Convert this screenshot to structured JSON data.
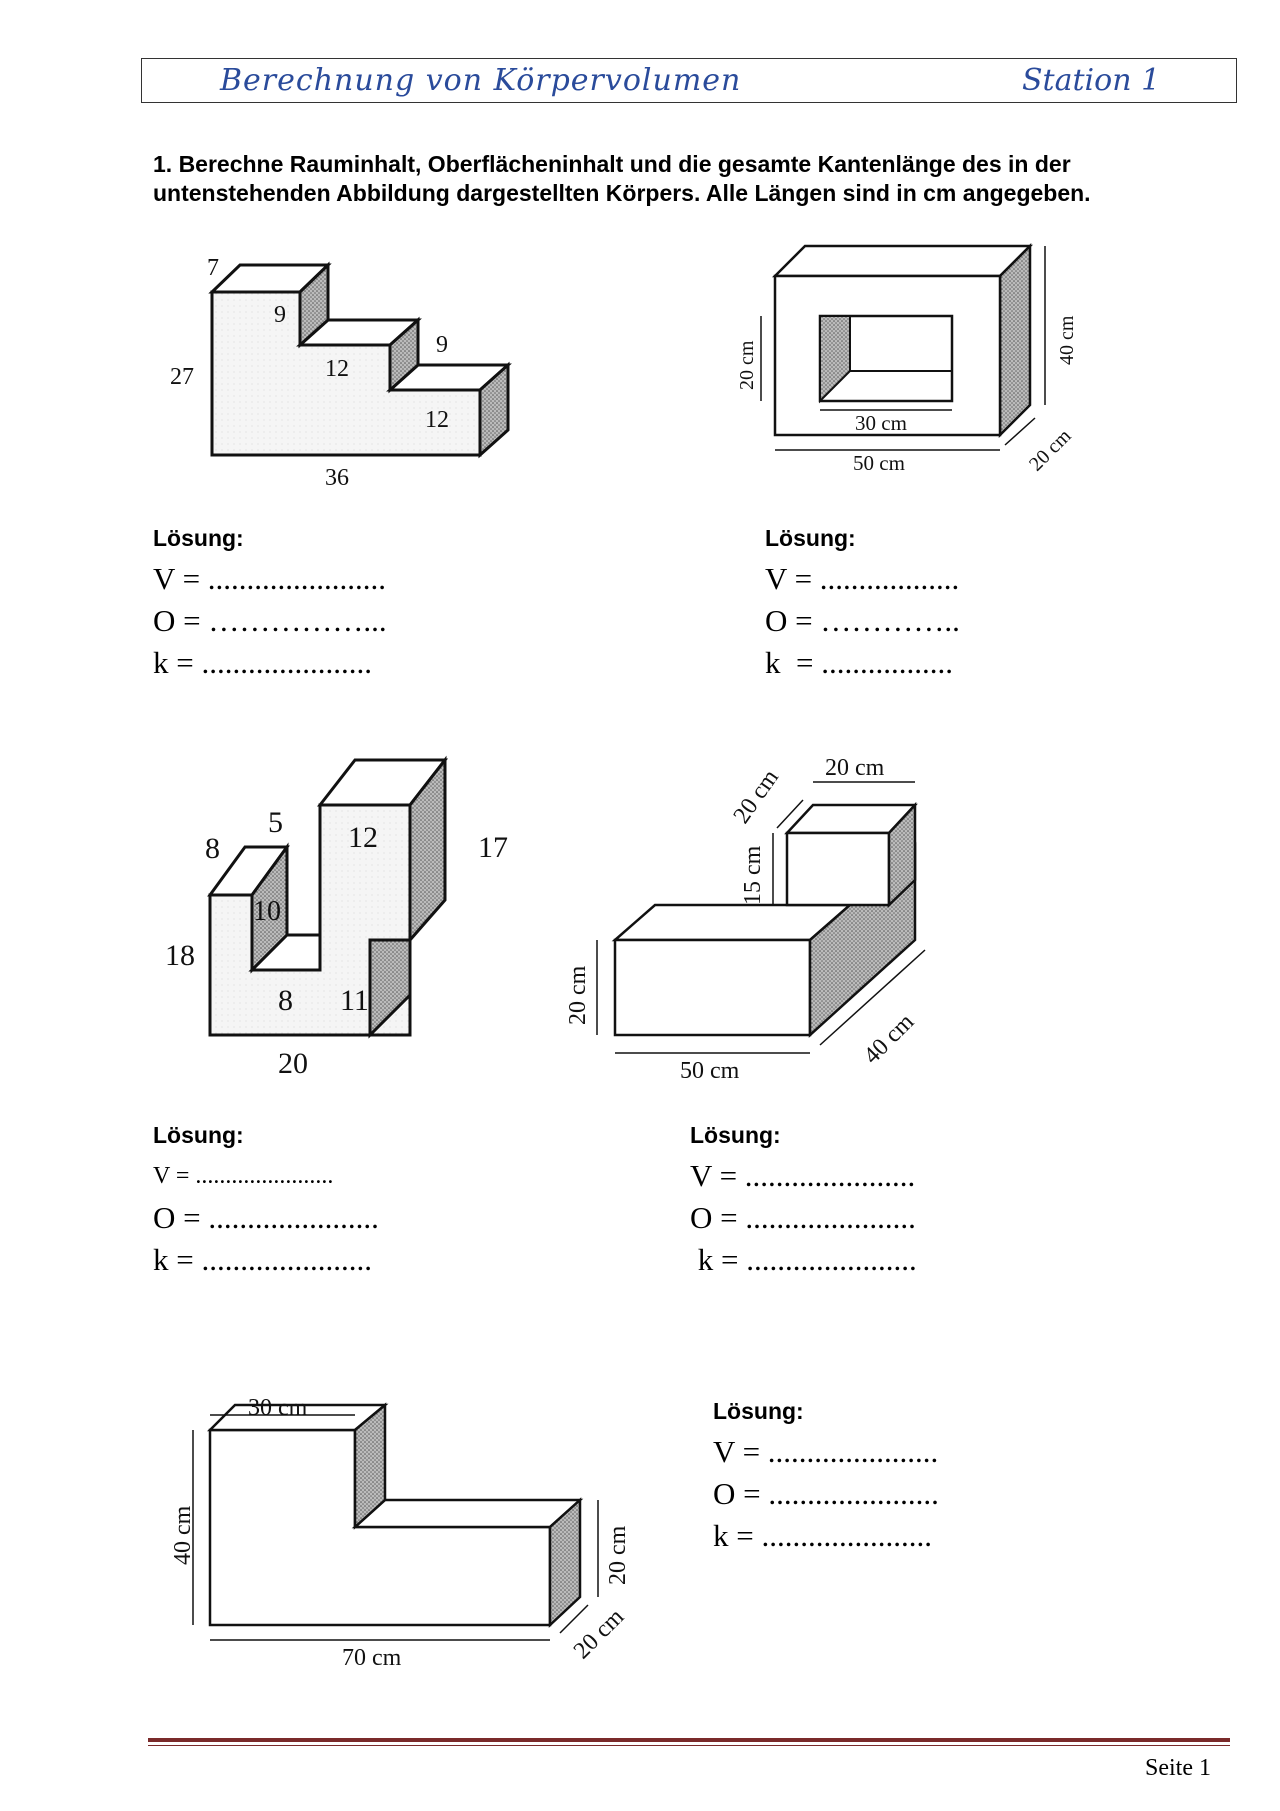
{
  "header": {
    "title": "Berechnung von Körpervolumen",
    "station": "Station 1"
  },
  "task": {
    "text": "1. Berechne Rauminhalt, Oberflächeninhalt und die gesamte Kantenlänge des in der untenstehenden Abbildung dargestellten Körpers. Alle Längen sind in cm angegeben."
  },
  "figures": {
    "fig1": {
      "d7": "7",
      "d9a": "9",
      "d9b": "9",
      "d12a": "12",
      "d12b": "12",
      "d27": "27",
      "d36": "36"
    },
    "fig2": {
      "h": "20 cm",
      "w": "30 cm",
      "outer_w": "50 cm",
      "outer_h": "40 cm",
      "depth": "20 cm"
    },
    "fig3": {
      "d5": "5",
      "d8a": "8",
      "d12": "12",
      "d17": "17",
      "d10": "10",
      "d18": "18",
      "d8b": "8",
      "d11": "11",
      "d20": "20"
    },
    "fig4": {
      "top_w": "20 cm",
      "top_d": "20 cm",
      "top_h": "15 cm",
      "h": "20 cm",
      "w": "50 cm",
      "d": "40 cm"
    },
    "fig5": {
      "top_w": "30 cm",
      "h": "40 cm",
      "right_h": "20 cm",
      "w": "70 cm",
      "d": "20 cm"
    }
  },
  "solutions": [
    {
      "label": "Lösung:",
      "v": "V = .......................",
      "o": "O = ……………...",
      "k": "k = ......................"
    },
    {
      "label": "Lösung:",
      "v": "V = ..................",
      "o": "O = …………..",
      "k": "k  = ................."
    },
    {
      "label": "Lösung:",
      "v": "V = .......................",
      "o": "O = ......................",
      "k": "k = ......................"
    },
    {
      "label": "Lösung:",
      "v": "V = ......................",
      "o": "O = ......................",
      "k": " k = ......................"
    },
    {
      "label": "Lösung:",
      "v": "V = ......................",
      "o": "O = ......................",
      "k": "k = ......................"
    }
  ],
  "footer": {
    "page": "Seite 1"
  }
}
